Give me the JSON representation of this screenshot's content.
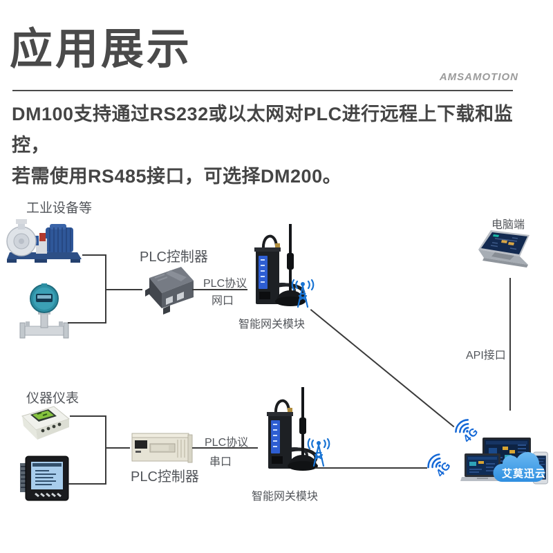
{
  "header": {
    "title": "应用展示",
    "brand": "AMSAMOTION",
    "intro_line1": "DM100支持通过RS232或以太网对PLC进行远程上下载和监控，",
    "intro_line2": "若需使用RS485接口，可选择DM200。"
  },
  "diagram": {
    "industrial_label": "工业设备等",
    "instrument_label": "仪器仪表",
    "plc_top_label": "PLC控制器",
    "plc_bottom_label": "PLC控制器",
    "protocol_top": "PLC协议",
    "port_top": "网口",
    "protocol_bottom": "PLC协议",
    "port_bottom": "串口",
    "gateway_top_label": "智能网关模块",
    "gateway_bottom_label": "智能网关模块",
    "pc_label": "电脑端",
    "api_label": "API接口",
    "badge_4g_top": "4G",
    "badge_4g_bottom": "4G",
    "cloud_label": "艾莫迅云"
  },
  "icons": {
    "tower": "signal-tower-icon",
    "wifi_4g": "4g-signal-icon",
    "cloud": "cloud-icon"
  },
  "colors": {
    "accent_blue": "#1873d3",
    "cloud_blue": "#3f9be0",
    "title_gray": "#4a4a4a",
    "brand_gray": "#9b9b9b",
    "line_dark": "#3a3a3a"
  }
}
